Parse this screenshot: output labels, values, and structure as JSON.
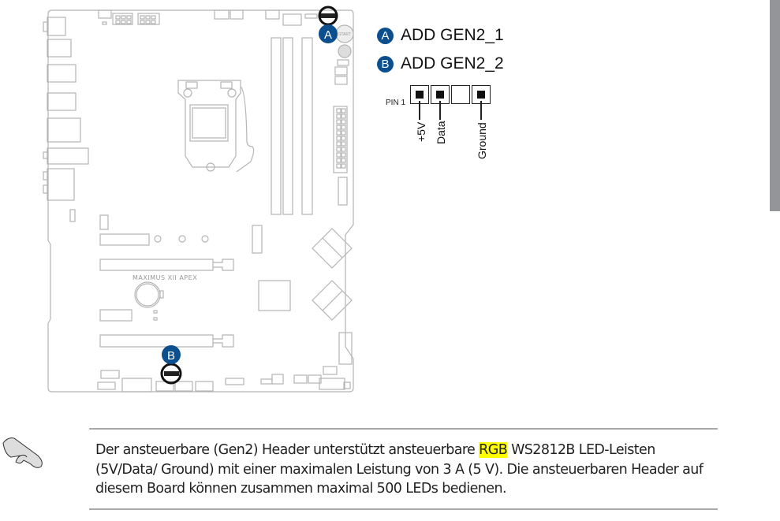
{
  "diagram": {
    "board_name": "MAXIMUS XII APEX",
    "start_button_label": "START",
    "markers": [
      {
        "badge": "A",
        "label": "ADD GEN2_1"
      },
      {
        "badge": "B",
        "label": "ADD GEN2_2"
      }
    ],
    "pin_header": {
      "pin1_label": "PIN 1",
      "pins": [
        "+5V",
        "Data",
        "",
        "Ground"
      ]
    },
    "badge_color": "#0b4f8f"
  },
  "note": {
    "icon": "pointing-hand-icon",
    "text_before": "Der ansteuerbare (Gen2) Header unterstützt ansteuerbare ",
    "highlight": "RGB",
    "text_after": " WS2812B LED-Leisten (5V/Data/ Ground) mit einer maximalen Leistung von 3 A (5 V). Die ansteuerbaren Header auf diesem Board können zusammen maximal 500 LEDs bedienen.",
    "highlight_color": "#ffff00"
  }
}
